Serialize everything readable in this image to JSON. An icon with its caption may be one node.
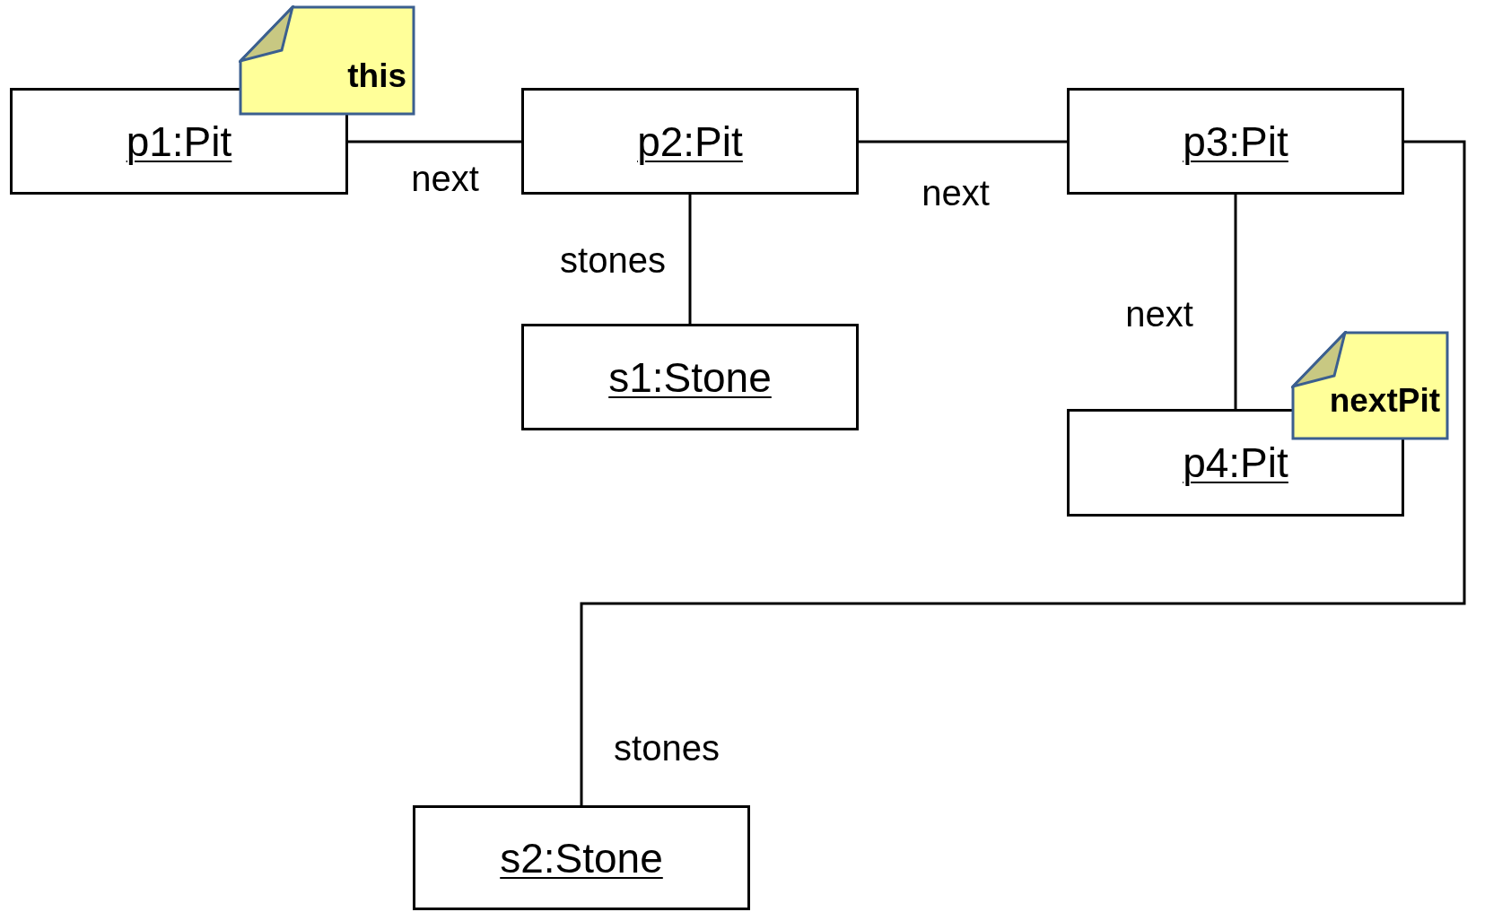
{
  "diagram": {
    "nodes": [
      {
        "text": [
          "this"
        ]
      },
      {
        "text": [
          "p1:Pit"
        ]
      },
      {
        "text": [
          "p2:Pit"
        ]
      },
      {
        "text": [
          "p3:Pit"
        ]
      },
      {
        "text": [
          "s1:Stone"
        ]
      },
      {
        "text": [
          "nextPit"
        ]
      },
      {
        "text": [
          "p4:Pit"
        ]
      },
      {
        "text": [
          "s2:Stone"
        ]
      }
    ],
    "edges": [
      {
        "from": 1,
        "to": 2,
        "arrow": "none",
        "label": "next"
      },
      {
        "from": 2,
        "to": 3,
        "arrow": "none",
        "label": "next"
      },
      {
        "from": 2,
        "to": 4,
        "arrow": "none",
        "label": "stones"
      },
      {
        "from": 3,
        "to": 6,
        "arrow": "none",
        "label": "next"
      },
      {
        "from": 3,
        "to": 7,
        "arrow": "none",
        "label": "stones"
      }
    ]
  }
}
